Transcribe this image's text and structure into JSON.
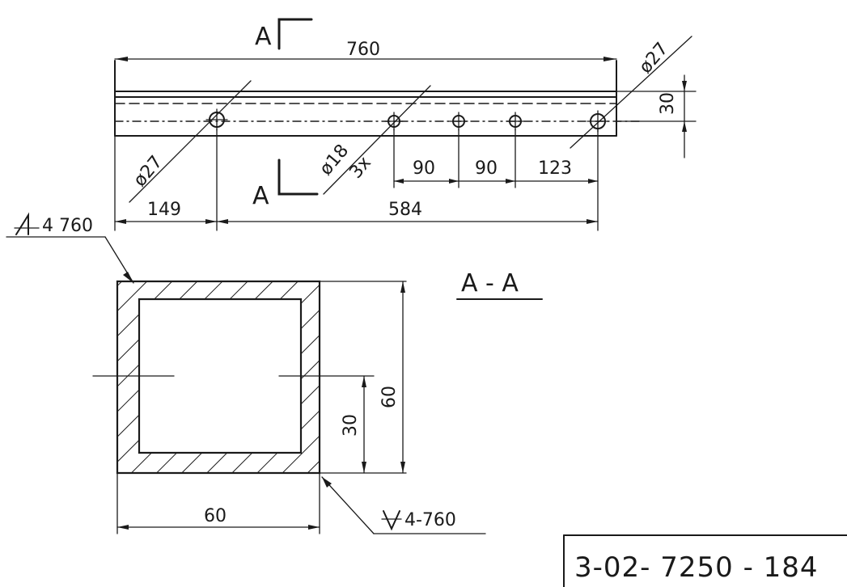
{
  "section_mark": "A",
  "section_title": "A - A",
  "drawing_number": "3-02- 7250 - 184",
  "dims": {
    "overall_length": "760",
    "height_right": "30",
    "hole_end_left": "ø27",
    "hole_end_right": "ø27",
    "hole_mid": "ø18",
    "hole_mid_count": "3x",
    "left_offset": "149",
    "span": "584",
    "pitch_1": "90",
    "pitch_2": "90",
    "pitch_3": "123",
    "section_width": "60",
    "section_height": "60",
    "section_half_height": "30"
  },
  "welds": {
    "top_note": "4 760",
    "bottom_note": "4-760"
  }
}
